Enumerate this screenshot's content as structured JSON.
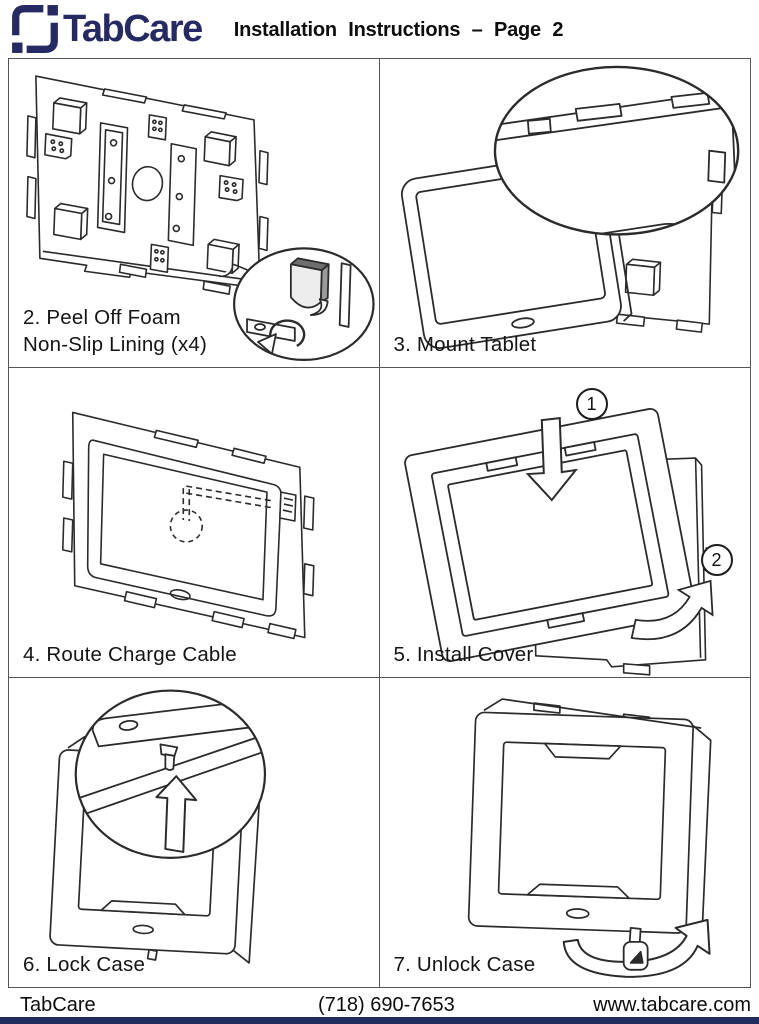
{
  "colors": {
    "brand": "#262a63",
    "ink": "#2b2b2b",
    "border": "#565656",
    "bar": "#232a5e"
  },
  "header": {
    "brand": "TabCare",
    "title": "Installation Instructions – Page 2"
  },
  "panels": [
    {
      "illustration": "peel-foam",
      "caption_lines": [
        "2. Peel Off Foam",
        "Non-Slip Lining (x4)"
      ]
    },
    {
      "illustration": "mount-tablet",
      "caption_lines": [
        "3. Mount Tablet"
      ]
    },
    {
      "illustration": "route-charge-cable",
      "caption_lines": [
        "4. Route Charge Cable"
      ]
    },
    {
      "illustration": "install-cover",
      "caption_lines": [
        "5. Install Cover"
      ],
      "step_markers": [
        "1",
        "2"
      ]
    },
    {
      "illustration": "lock-case",
      "caption_lines": [
        "6. Lock Case"
      ]
    },
    {
      "illustration": "unlock-case",
      "caption_lines": [
        "7. Unlock Case"
      ]
    }
  ],
  "footer": {
    "brand": "TabCare",
    "phone": "(718) 690-7653",
    "website": "www.tabcare.com"
  }
}
